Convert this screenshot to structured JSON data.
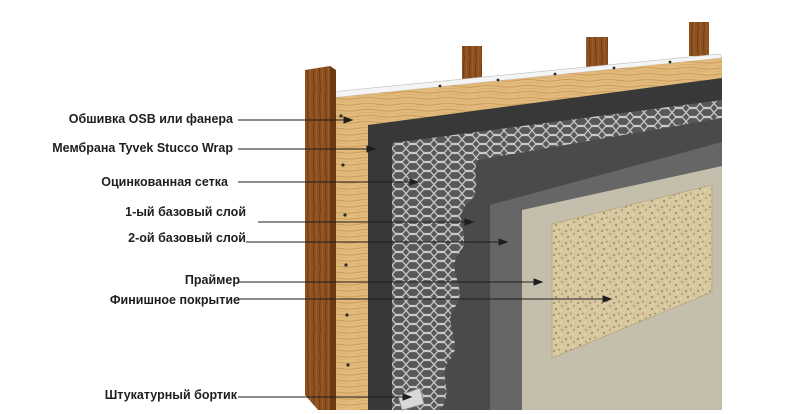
{
  "diagram": {
    "labels": [
      {
        "id": "osb",
        "text": "Обшивка OSB или фанера"
      },
      {
        "id": "tyvek",
        "text": "Мембрана Tyvek Stucco Wrap"
      },
      {
        "id": "mesh",
        "text": "Оцинкованная сетка"
      },
      {
        "id": "base1",
        "text": "1-ый базовый слой"
      },
      {
        "id": "base2",
        "text": "2-ой базовый слой"
      },
      {
        "id": "primer",
        "text": "Праймер"
      },
      {
        "id": "finish",
        "text": "Финишное покрытие"
      },
      {
        "id": "bead",
        "text": "Штукатурный бортик"
      }
    ],
    "layer_colors": {
      "stud": "#8b4e1d",
      "osb": "#e0b877",
      "membrane": "#3a3a3a",
      "mesh": "#6f6f6f",
      "base_coat_1": "#4c4c4c",
      "base_coat_2": "#6a6a6a",
      "primer": "#c4c0ae",
      "finish": "#d8c9a2"
    }
  }
}
